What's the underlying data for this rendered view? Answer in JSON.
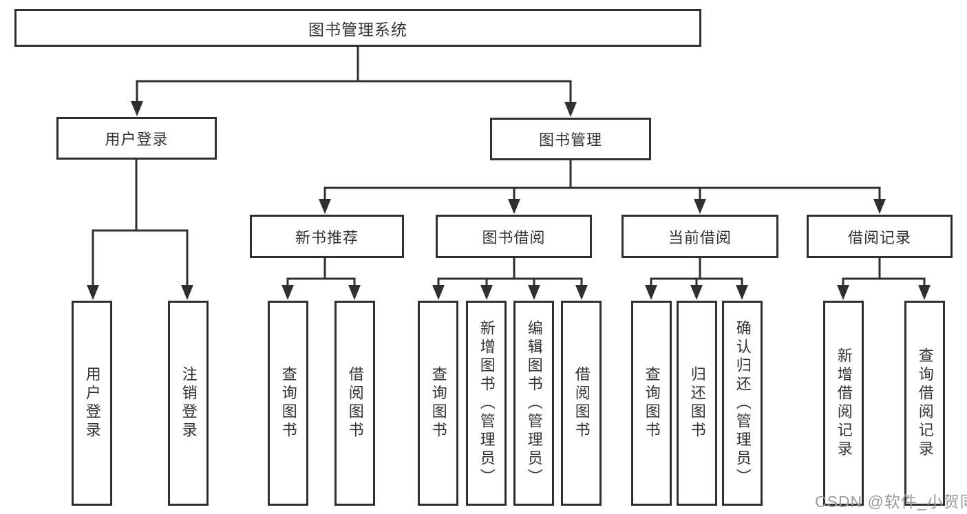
{
  "diagram_type": "hierarchy-tree",
  "tree": {
    "label": "图书管理系统",
    "children": [
      {
        "label": "用户登录",
        "children": [
          {
            "label": "用户登录"
          },
          {
            "label": "注销登录"
          }
        ]
      },
      {
        "label": "图书管理",
        "children": [
          {
            "label": "新书推荐",
            "children": [
              {
                "label": "查询图书"
              },
              {
                "label": "借阅图书"
              }
            ]
          },
          {
            "label": "图书借阅",
            "children": [
              {
                "label": "查询图书"
              },
              {
                "label": "新增图书（管理员）"
              },
              {
                "label": "编辑图书（管理员）"
              },
              {
                "label": "借阅图书"
              }
            ]
          },
          {
            "label": "当前借阅",
            "children": [
              {
                "label": "查询图书"
              },
              {
                "label": "归还图书"
              },
              {
                "label": "确认归还（管理员）"
              }
            ]
          },
          {
            "label": "借阅记录",
            "children": [
              {
                "label": "新增借阅记录"
              },
              {
                "label": "查询借阅记录"
              }
            ]
          }
        ]
      }
    ]
  },
  "watermark": "CSDN @软件_小贺同学",
  "colors": {
    "line": "#2f2f2f",
    "box_border": "#2f2f2f",
    "box_background": "#ffffff",
    "text": "#333333",
    "watermark": "#9b9b9b"
  }
}
